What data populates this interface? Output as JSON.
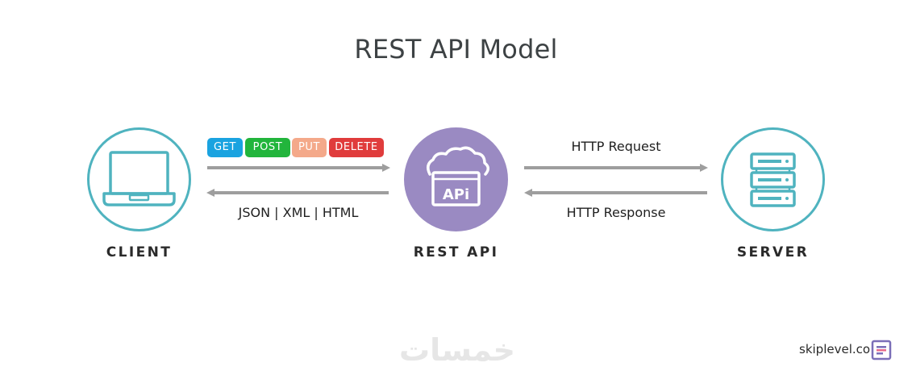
{
  "title": "REST API Model",
  "nodes": {
    "client": {
      "label": "CLIENT",
      "icon": "laptop-icon"
    },
    "rest_api": {
      "label": "REST API",
      "icon": "api-cloud-icon",
      "icon_text": "APi"
    },
    "server": {
      "label": "SERVER",
      "icon": "server-rack-icon"
    }
  },
  "methods": [
    {
      "label": "GET",
      "color": "#1aa3e0"
    },
    {
      "label": "POST",
      "color": "#22b53c"
    },
    {
      "label": "PUT",
      "color": "#f4a98a"
    },
    {
      "label": "DELETE",
      "color": "#e03c3c"
    }
  ],
  "edges": {
    "client_to_api_return": "JSON | XML | HTML",
    "api_to_server": "HTTP Request",
    "server_to_api": "HTTP Response"
  },
  "colors": {
    "outline": "#4fb3bf",
    "api_fill": "#9a8ac2",
    "arrow": "#9e9e9e"
  },
  "watermark": "خمسات",
  "brand": {
    "name": "skiplevel.co",
    "logo_icon": "skiplevel-logo-icon"
  }
}
